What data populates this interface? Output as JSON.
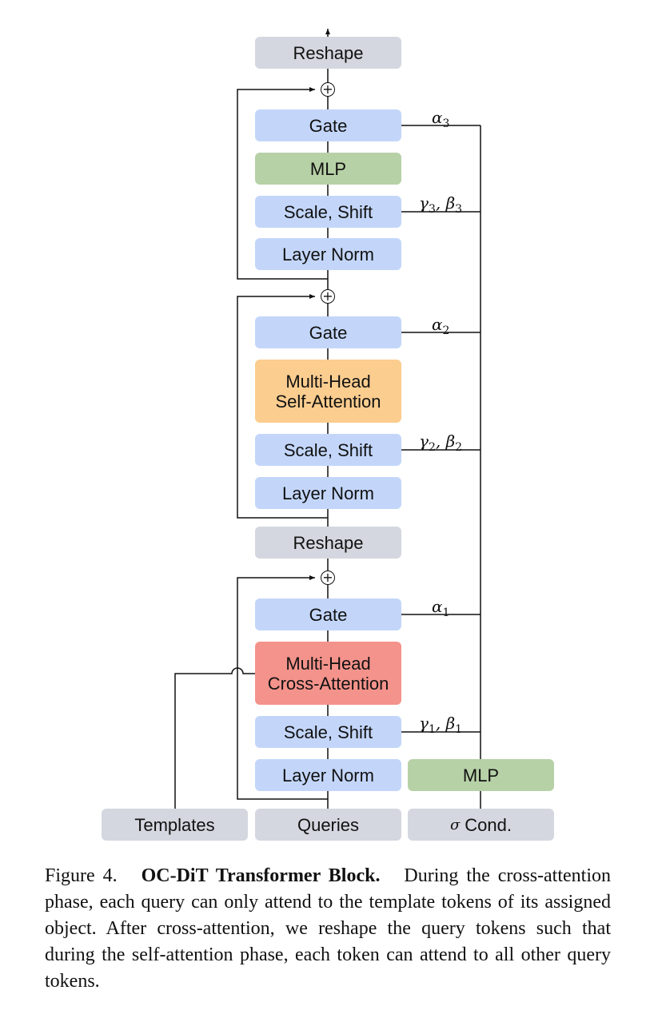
{
  "diagram": {
    "blocks": {
      "reshape_top": "Reshape",
      "gate_3": "Gate",
      "mlp_upper": "MLP",
      "scale_shift_3": "Scale, Shift",
      "layer_norm_3": "Layer Norm",
      "gate_2": "Gate",
      "self_attention": [
        "Multi-Head",
        "Self-Attention"
      ],
      "scale_shift_2": "Scale, Shift",
      "layer_norm_2": "Layer Norm",
      "reshape_mid": "Reshape",
      "gate_1": "Gate",
      "cross_attention": [
        "Multi-Head",
        "Cross-Attention"
      ],
      "scale_shift_1": "Scale, Shift",
      "layer_norm_1": "Layer Norm",
      "mlp_cond": "MLP",
      "templates": "Templates",
      "queries": "Queries",
      "cond": "Cond.",
      "cond_symbol": "σ"
    },
    "labels": {
      "alpha3": {
        "sym": "α",
        "sub": "3"
      },
      "gb3": {
        "g": "γ",
        "gs": "3",
        "b": "β",
        "bs": "3"
      },
      "alpha2": {
        "sym": "α",
        "sub": "2"
      },
      "gb2": {
        "g": "γ",
        "gs": "2",
        "b": "β",
        "bs": "2"
      },
      "alpha1": {
        "sym": "α",
        "sub": "1"
      },
      "gb1": {
        "g": "γ",
        "gs": "1",
        "b": "β",
        "bs": "1"
      }
    },
    "plus_symbol": "+",
    "colors": {
      "gray": "#d4d7df",
      "blue": "#c3d6fa",
      "green": "#b7d1a7",
      "orange": "#fbcd8f",
      "red": "#f4938b",
      "line": "#111111"
    }
  },
  "caption": {
    "figure_label": "Figure 4.",
    "title": "OC-DiT Transformer Block.",
    "text": "During the cross-attention phase, each query can only attend to the template tokens of its assigned object. After cross-attention, we reshape the query tokens such that during the self-attention phase, each token can attend to all other query tokens."
  }
}
